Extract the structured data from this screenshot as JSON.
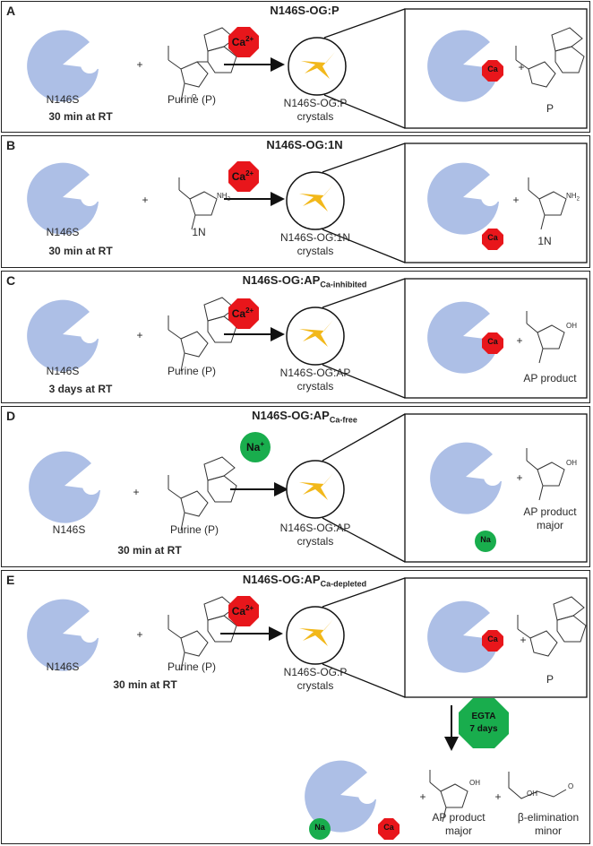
{
  "colors": {
    "enzyme": "#adbfe6",
    "calcium": "#e8161b",
    "sodium": "#19ad4d",
    "crystal": "#f2b81a",
    "egta": "#19ad4d"
  },
  "ions": {
    "ca2": "Ca",
    "ca2_sup": "2+",
    "na": "Na",
    "na_sup": "+",
    "ca": "Ca",
    "na_small": "Na",
    "egta_line1": "EGTA",
    "egta_line2": "7 days"
  },
  "panels": {
    "A": {
      "letter": "A",
      "title": "N146S-OG:P",
      "title_sub": "",
      "enzyme": "N146S",
      "ligand": "Purine (P)",
      "time": "30 min at RT",
      "crystals": [
        "N146S-OG:P",
        "crystals"
      ],
      "inset_ligand": "P",
      "plus": "+"
    },
    "B": {
      "letter": "B",
      "title": "N146S-OG:1N",
      "title_sub": "",
      "enzyme": "N146S",
      "ligand": "1N",
      "time": "30 min at RT",
      "crystals": [
        "N146S-OG:1N",
        "crystals"
      ],
      "inset_ligand": "1N",
      "plus": "+"
    },
    "C": {
      "letter": "C",
      "title": "N146S-OG:AP",
      "title_sub": "Ca-inhibited",
      "enzyme": "N146S",
      "ligand": "Purine (P)",
      "time": "3 days at RT",
      "crystals": [
        "N146S-OG:AP",
        "crystals"
      ],
      "inset_ligand": "AP product",
      "plus": "+"
    },
    "D": {
      "letter": "D",
      "title": "N146S-OG:AP",
      "title_sub": "Ca-free",
      "enzyme": "N146S",
      "ligand": "Purine (P)",
      "time": "30 min at RT",
      "crystals": [
        "N146S-OG:AP",
        "crystals"
      ],
      "inset_ligand": [
        "AP product",
        "major"
      ],
      "plus": "+"
    },
    "E": {
      "letter": "E",
      "title": "N146S-OG:AP",
      "title_sub": "Ca-depleted",
      "enzyme": "N146S",
      "ligand": "Purine (P)",
      "time": "30 min at RT",
      "crystals": [
        "N146S-OG:P",
        "crystals"
      ],
      "inset_ligand": "P",
      "plus": "+",
      "product1": [
        "AP product",
        "major"
      ],
      "product2": [
        "β-elimination",
        "minor"
      ]
    }
  },
  "chem": {
    "nh2": "NH",
    "nh2_sub": "2",
    "oh": "OH",
    "o": "O",
    "n": "N"
  }
}
